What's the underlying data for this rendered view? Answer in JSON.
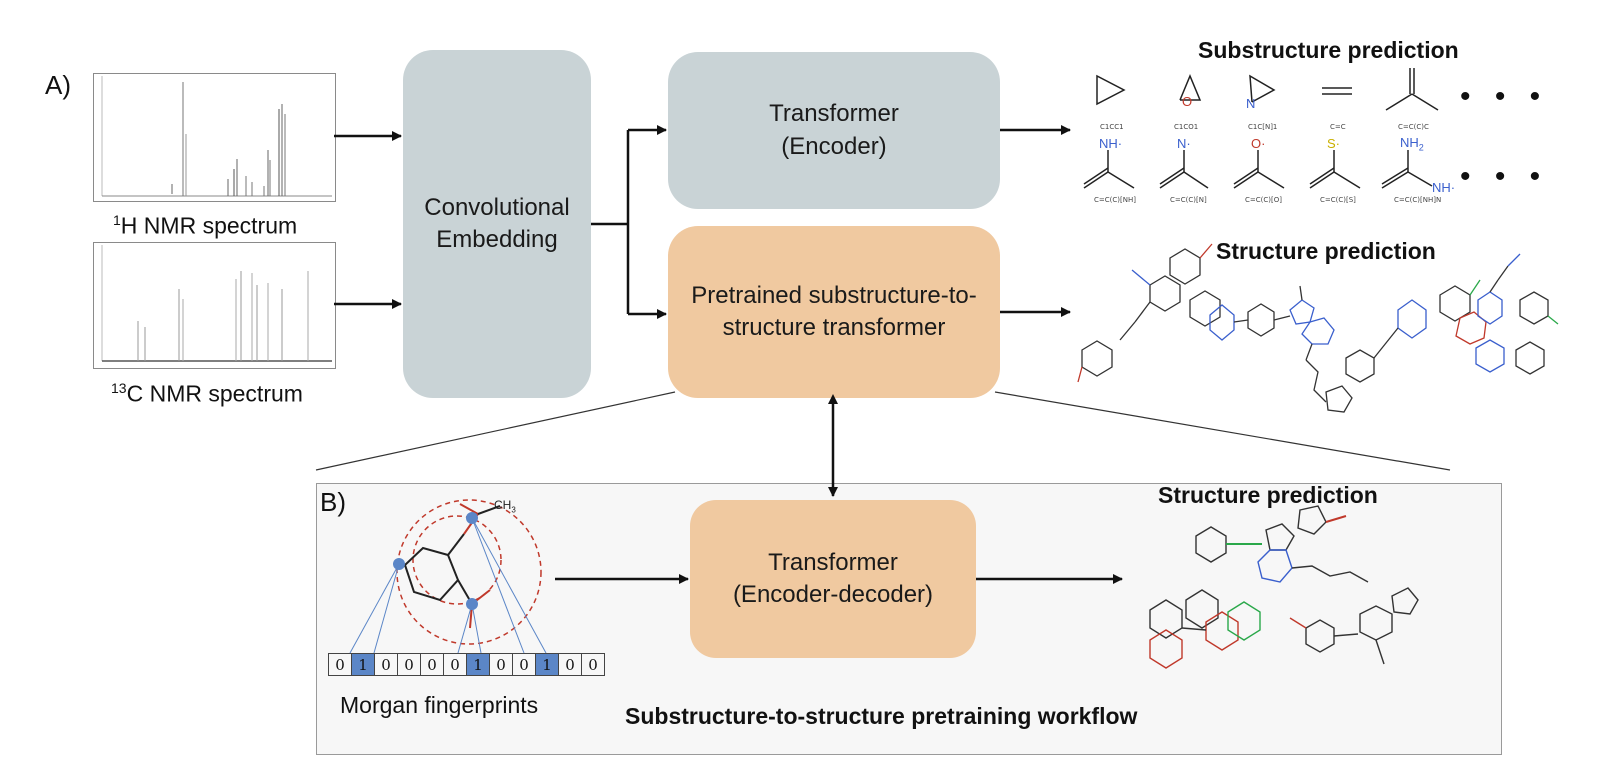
{
  "panel_a": {
    "label": "A)",
    "spectrum_h": {
      "superscript": "1",
      "caption": "H NMR spectrum"
    },
    "spectrum_c": {
      "superscript": "13",
      "caption": "C NMR spectrum"
    },
    "embedding_box": {
      "line1": "Convolutional",
      "line2": "Embedding"
    },
    "encoder_box": {
      "line1": "Transformer",
      "line2": "(Encoder)"
    },
    "pretrained_box": {
      "line1": "Pretrained substructure-to-",
      "line2": "structure transformer"
    },
    "substructure_title": "Substructure prediction",
    "structure_title": "Structure prediction",
    "substructure_row1_labels": [
      "C1CC1",
      "C1CO1",
      "C1C[N]1",
      "C=C",
      "C=C(C)C"
    ],
    "substructure_row2_labels": [
      "C=C(C)[NH]",
      "C=C(C)[N]",
      "C=C(C)[O]",
      "C=C(C)[S]",
      "C=C(C)[NH]N"
    ],
    "atom_labels": {
      "o": "O",
      "n": "N",
      "nh": "NH",
      "nh_dot": "NH·",
      "n_dot": "N·",
      "o_dot": "O·",
      "s_dot": "S·",
      "nh2": "NH",
      "nh2_sub": "2"
    },
    "ellipsis": "• • •"
  },
  "panel_b": {
    "label": "B)",
    "ch3": "CH",
    "ch3_sub": "3",
    "fingerprint_bits": [
      "0",
      "1",
      "0",
      "0",
      "0",
      "0",
      "1",
      "0",
      "0",
      "1",
      "0",
      "0"
    ],
    "fingerprint_caption": "Morgan fingerprints",
    "transformer_box": {
      "line1": "Transformer",
      "line2": "(Encoder-decoder)"
    },
    "structure_title": "Structure prediction",
    "workflow_title": "Substructure-to-structure pretraining workflow"
  },
  "colors": {
    "gray_box": "#c9d3d6",
    "orange_box": "#f0c9a0",
    "fingerprint_on": "#5b86c7",
    "circle_red": "#c0392b",
    "atom_blue": "#3a5fcd"
  }
}
